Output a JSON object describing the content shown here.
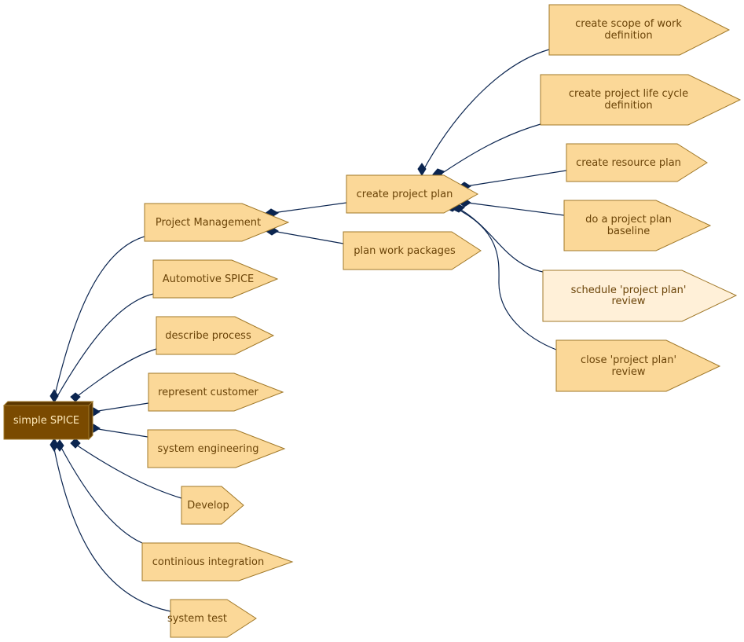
{
  "diagram": {
    "colors": {
      "node_fill": "#fbd898",
      "node_fill_light": "#fff0d8",
      "node_stroke": "#a07828",
      "node_text": "#6b4408",
      "root_fill": "#7a4a00",
      "root_text": "#ffe9b8",
      "edge": "#0b2550"
    },
    "nodes": {
      "simple_spice": "simple SPICE",
      "project_management": "Project Management",
      "automotive_spice": "Automotive SPICE",
      "describe_process": "describe process",
      "represent_customer": "represent customer",
      "system_engineering": "system engineering",
      "develop": "Develop",
      "continious_integration": "continious integration",
      "system_test": "system test",
      "create_project_plan": "create project plan",
      "plan_work_packages": "plan work packages",
      "create_scope": [
        "create scope of work",
        "definition"
      ],
      "create_life_cycle": [
        "create project life cycle",
        "definition"
      ],
      "create_resource_plan": "create resource plan",
      "baseline": [
        "do a project plan",
        "baseline"
      ],
      "schedule_review": [
        "schedule 'project plan'",
        "review"
      ],
      "close_review": [
        "close 'project plan'",
        "review"
      ]
    }
  }
}
